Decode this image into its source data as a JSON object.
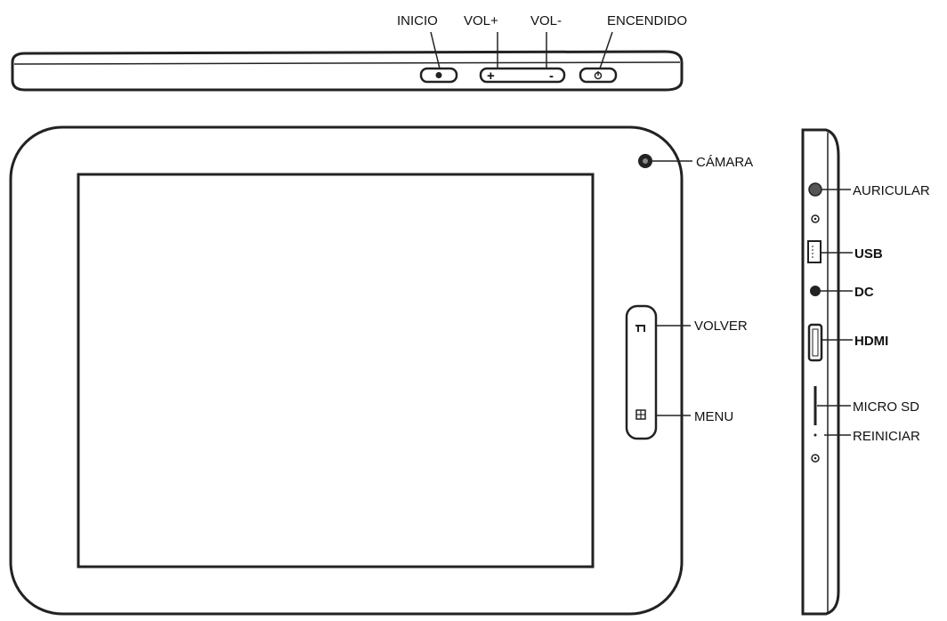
{
  "colors": {
    "ink": "#222222",
    "paper": "#ffffff"
  },
  "top_view": {
    "labels": {
      "inicio": "INICIO",
      "vol_plus": "VOL+",
      "vol_minus": "VOL-",
      "encendido": "ENCENDIDO"
    },
    "button_glyphs": {
      "plus": "+",
      "minus": "-"
    }
  },
  "front_view": {
    "labels": {
      "camara": "CÁMARA",
      "volver": "VOLVER",
      "menu": "MENU"
    }
  },
  "side_view": {
    "labels": {
      "auricular": "AURICULAR",
      "usb": "USB",
      "dc": "DC",
      "hdmi": "HDMI",
      "micro_sd": "MICRO SD",
      "reiniciar": "REINICIAR"
    }
  },
  "icons": [
    "home-icon",
    "power-icon",
    "camera-icon",
    "back-icon",
    "menu-grid-icon",
    "headphone-jack-icon",
    "usb-port-icon",
    "dc-port-icon",
    "hdmi-port-icon",
    "microsd-slot-icon",
    "reset-hole-icon"
  ]
}
